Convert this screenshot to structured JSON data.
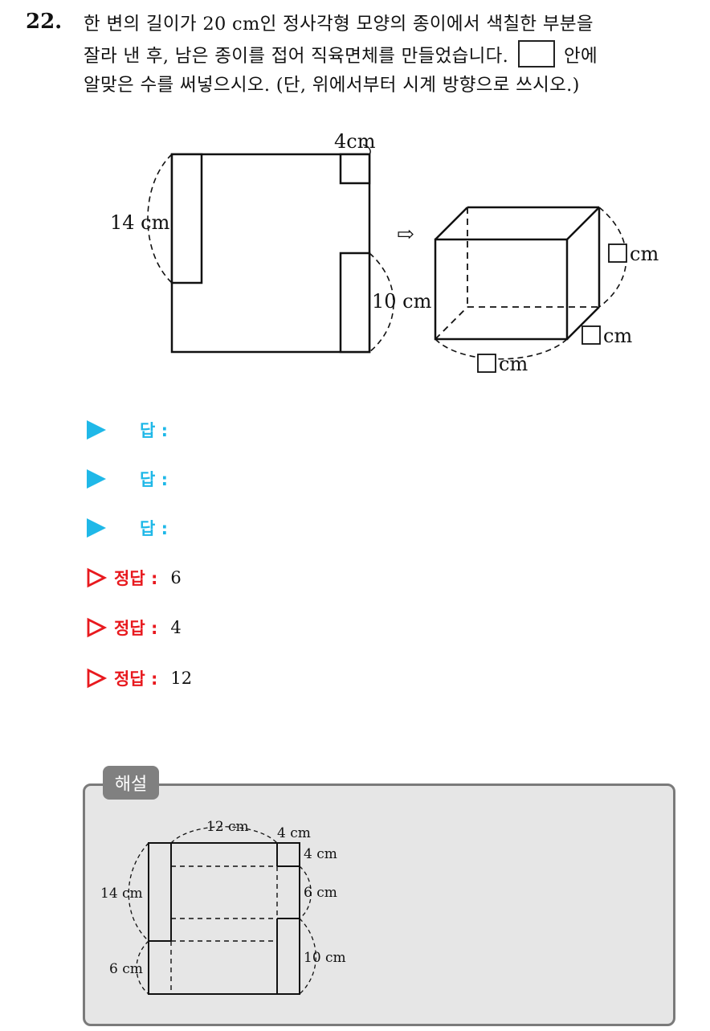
{
  "question": {
    "number": "22.",
    "line1": "한 변의 길이가 20 cm인 정사각형 모양의 종이에서 색칠한 부분을",
    "line2_before_box": "잘라 낸 후, 남은 종이를 접어 직육면체를 만들었습니다.",
    "line2_after_box": "안에",
    "line3": "알맞은 수를 써넣으시오. (단, 위에서부터 시계 방향으로 쓰시오.)"
  },
  "figure": {
    "label_4cm": "4cm",
    "label_14cm": "14 cm",
    "label_10cm": "10 cm",
    "arrow_glyph": "⇨",
    "blank_unit": "cm"
  },
  "answers": {
    "input_label": "답 :",
    "correct_label": "정답 :",
    "correct_values": [
      "6",
      "4",
      "12"
    ]
  },
  "explanation": {
    "tag": "해설",
    "label_12cm": "12 cm",
    "label_4cm_top": "4 cm",
    "label_4cm_right": "4 cm",
    "label_6cm_right": "6 cm",
    "label_10cm": "10 cm",
    "label_14cm": "14 cm",
    "label_6cm_left": "6 cm"
  }
}
